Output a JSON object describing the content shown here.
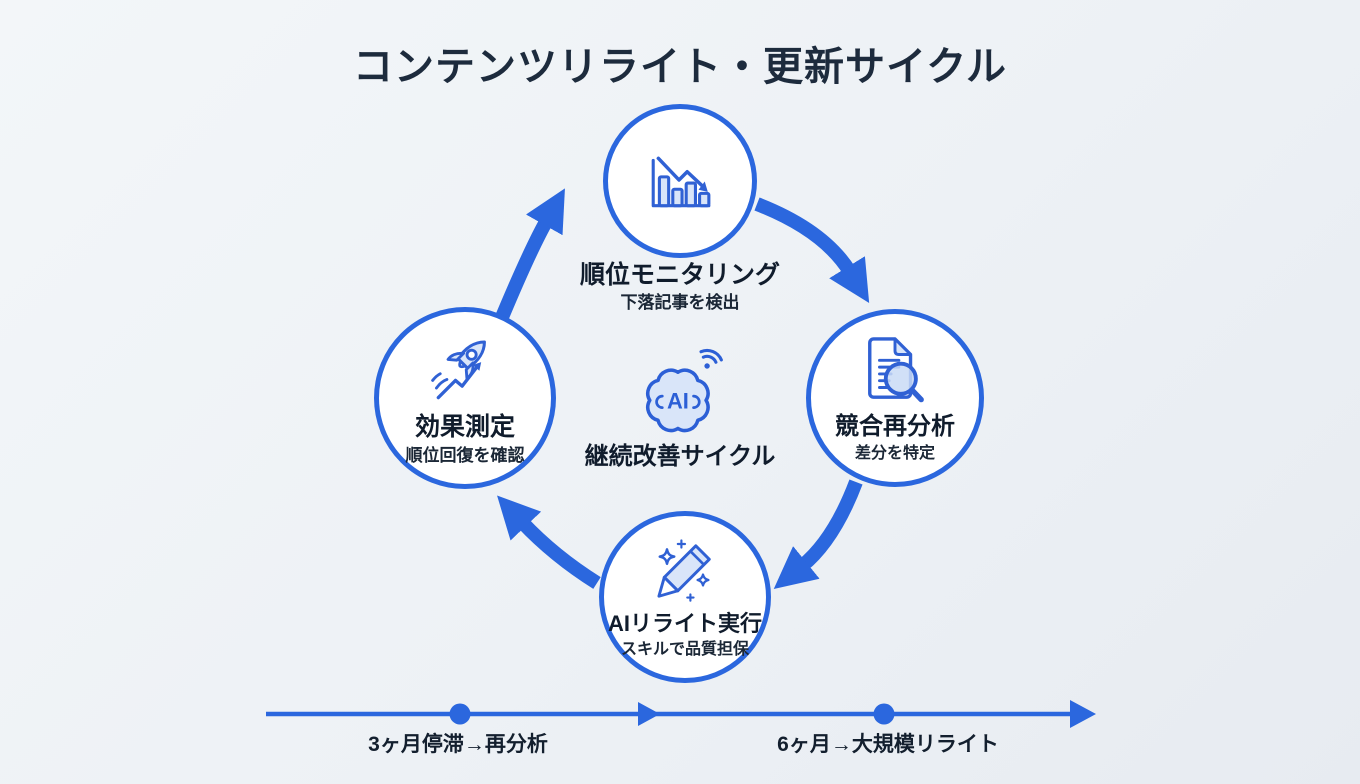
{
  "title": "コンテンツリライト・更新サイクル",
  "center": {
    "icon": "ai-brain-icon",
    "icon_text": "AI",
    "label": "継続改善サイクル"
  },
  "nodes": [
    {
      "id": "rank-monitoring",
      "icon": "declining-bar-chart-icon",
      "label": "順位モニタリング",
      "sublabel": "下落記事を検出"
    },
    {
      "id": "competitor-reanalysis",
      "icon": "document-magnifier-icon",
      "label": "競合再分析",
      "sublabel": "差分を特定"
    },
    {
      "id": "ai-rewrite-execution",
      "icon": "sparkle-pencil-icon",
      "label": "AIリライト実行",
      "sublabel": "スキルで品質担保"
    },
    {
      "id": "effect-measurement",
      "icon": "rocket-growth-icon",
      "label": "効果測定",
      "sublabel": "順位回復を確認"
    }
  ],
  "cycle": {
    "direction": "clockwise"
  },
  "timeline": {
    "milestones": [
      {
        "label": "3ヶ月停滞→再分析"
      },
      {
        "label": "6ヶ月→大規模リライト"
      }
    ]
  },
  "colors": {
    "accent_blue": "#2b67de",
    "icon_fill": "#d9e5f9",
    "title_text": "#1d2b3d",
    "body_text": "#101c2c",
    "node_fill": "#ffffff",
    "background": "#edf1f5"
  }
}
